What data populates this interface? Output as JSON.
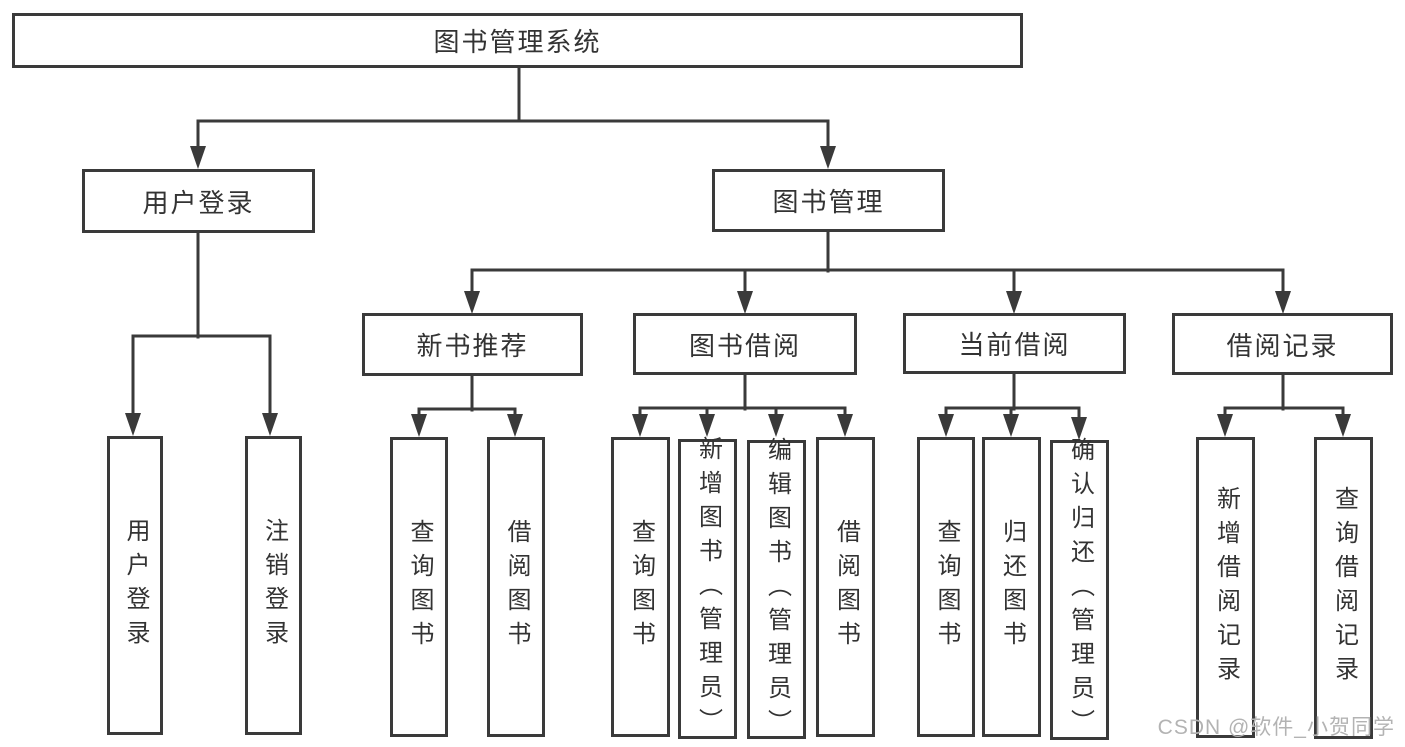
{
  "diagram": {
    "tree": {
      "label": "图书管理系统",
      "children": [
        {
          "label": "用户登录",
          "children": [
            {
              "label": "用户登录"
            },
            {
              "label": "注销登录"
            }
          ]
        },
        {
          "label": "图书管理",
          "children": [
            {
              "label": "新书推荐",
              "children": [
                {
                  "label": "查询图书"
                },
                {
                  "label": "借阅图书"
                }
              ]
            },
            {
              "label": "图书借阅",
              "children": [
                {
                  "label": "查询图书"
                },
                {
                  "label": "新增图书（管理员）"
                },
                {
                  "label": "编辑图书（管理员）"
                },
                {
                  "label": "借阅图书"
                }
              ]
            },
            {
              "label": "当前借阅",
              "children": [
                {
                  "label": "查询图书"
                },
                {
                  "label": "归还图书"
                },
                {
                  "label": "确认归还（管理员）"
                }
              ]
            },
            {
              "label": "借阅记录",
              "children": [
                {
                  "label": "新增借阅记录"
                },
                {
                  "label": "查询借阅记录"
                }
              ]
            }
          ]
        }
      ]
    },
    "colors": {
      "line": "#3a3a3a",
      "border": "#3a3a3a",
      "text": "#333333",
      "background": "#ffffff",
      "watermark": "#b3b3b3"
    }
  },
  "watermark": {
    "text": "CSDN @软件_小贺同学"
  }
}
